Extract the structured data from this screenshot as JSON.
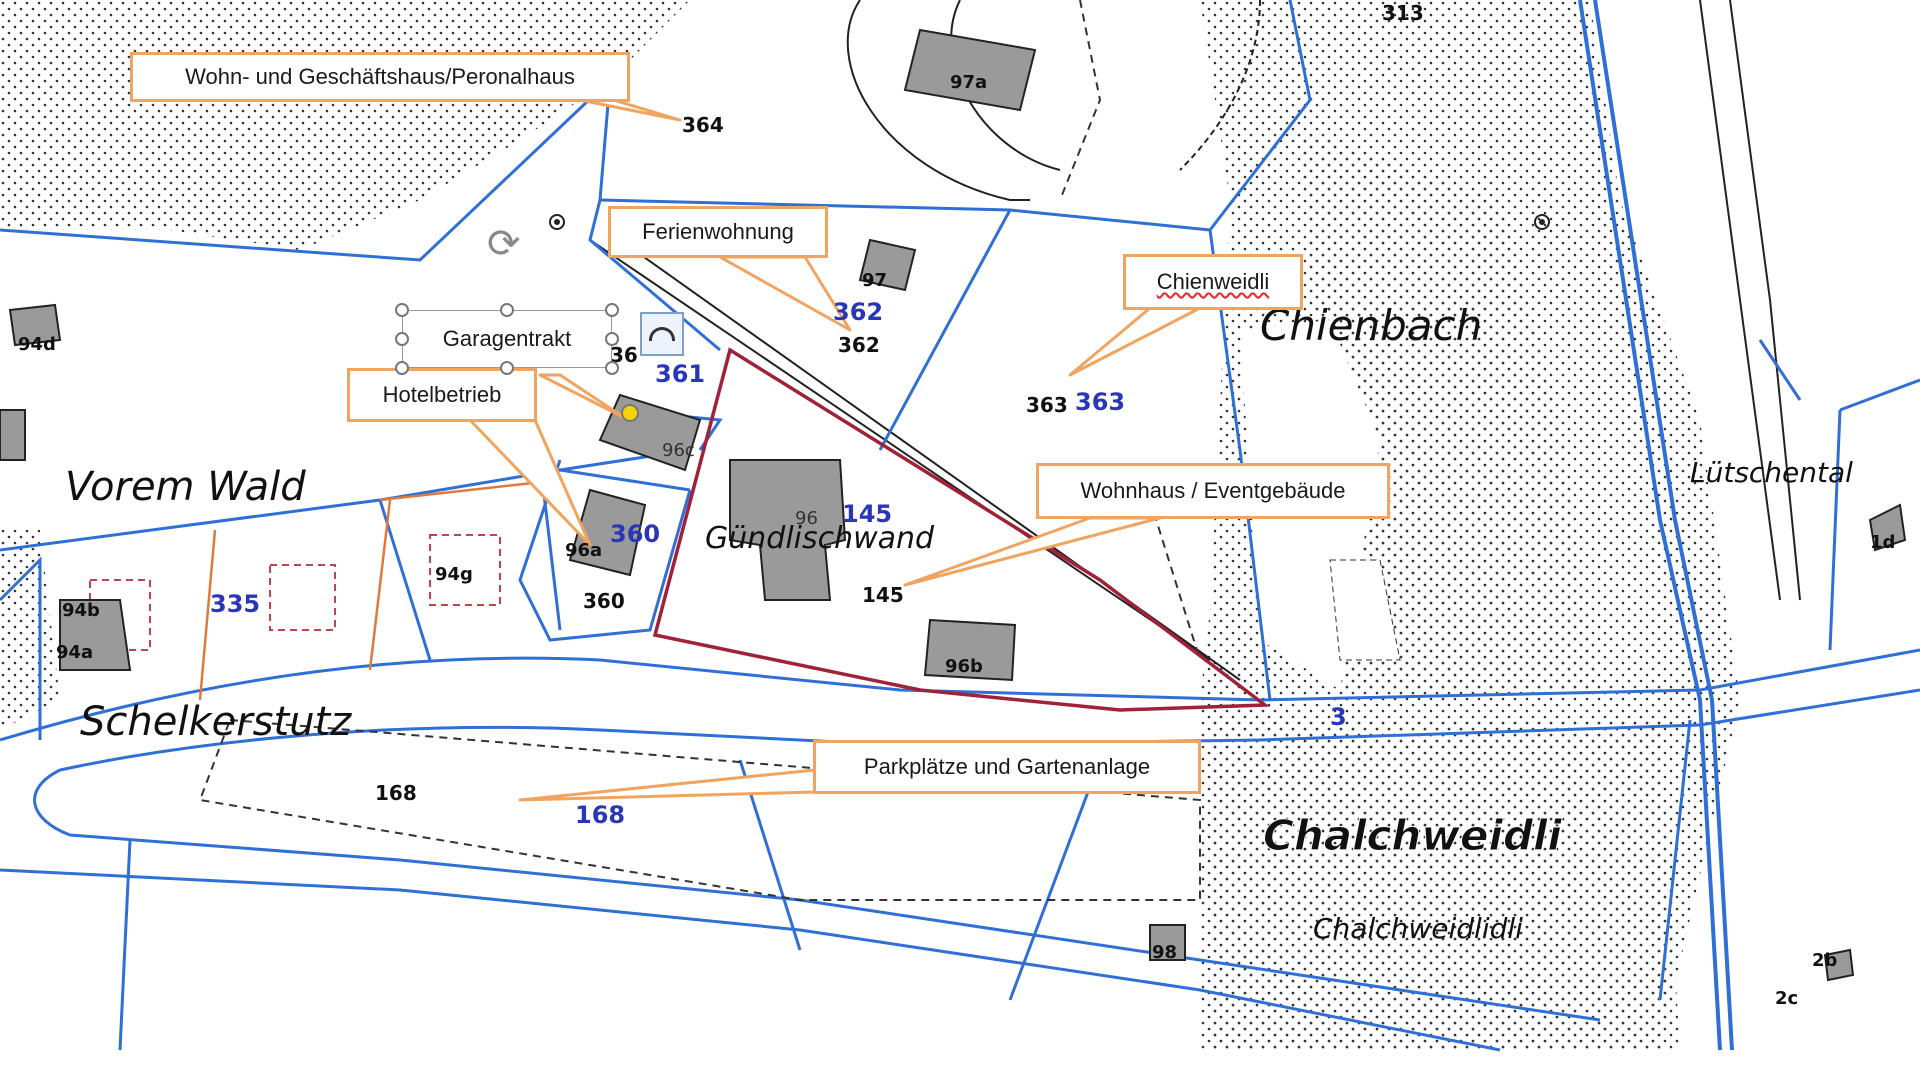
{
  "map_labels": {
    "places": {
      "vorem_wald": "Vorem Wald",
      "schelkerstutz": "Schelkerstutz",
      "chienbach": "Chienbach",
      "guendlischwand": "Gündlischwand",
      "luetschental": "Lütschental",
      "chalchweidli": "Chalchweidli",
      "chalchweidlidli": "Chalchweidlidli"
    },
    "parcels_blue": {
      "p362": "362",
      "p361": "361",
      "p363": "363",
      "p145": "145",
      "p360": "360",
      "p335": "335",
      "p168": "168",
      "p3": "3"
    },
    "parcels_black": {
      "p313": "313",
      "p364": "364",
      "p362": "362",
      "p363": "363",
      "p145": "145",
      "p360": "360",
      "p168": "168",
      "p36": "36"
    },
    "buildings": {
      "b97a": "97a",
      "b97": "97",
      "b94d": "94d",
      "b96c": "96c",
      "b96": "96",
      "b96a": "96a",
      "b94g": "94g",
      "b94b": "94b",
      "b94a": "94a",
      "b96b": "96b",
      "b98": "98",
      "b1d": "1d",
      "b2b": "2b",
      "b2c": "2c"
    }
  },
  "callouts": {
    "wohn_geschaeft": "Wohn- und Geschäftshaus/Peronalhaus",
    "ferienwohnung": "Ferienwohnung",
    "chienweidli": "Chienweidli",
    "garagentrakt": "Garagentrakt",
    "hotelbetrieb": "Hotelbetrieb",
    "wohnhaus_event": "Wohnhaus / Eventgebäude",
    "parkplaetze": "Parkplätze und Gartenanlage"
  },
  "colors": {
    "boundary_blue": "#2f6fd6",
    "perimeter_red": "#a02238",
    "callout_orange": "#f0a460",
    "parcel_orange": "#e07a3c",
    "building_gray": "#9a9a9a"
  },
  "icons": {
    "rotate": "rotate-handle-icon",
    "layout": "layout-options-icon",
    "target": "survey-point-icon"
  }
}
